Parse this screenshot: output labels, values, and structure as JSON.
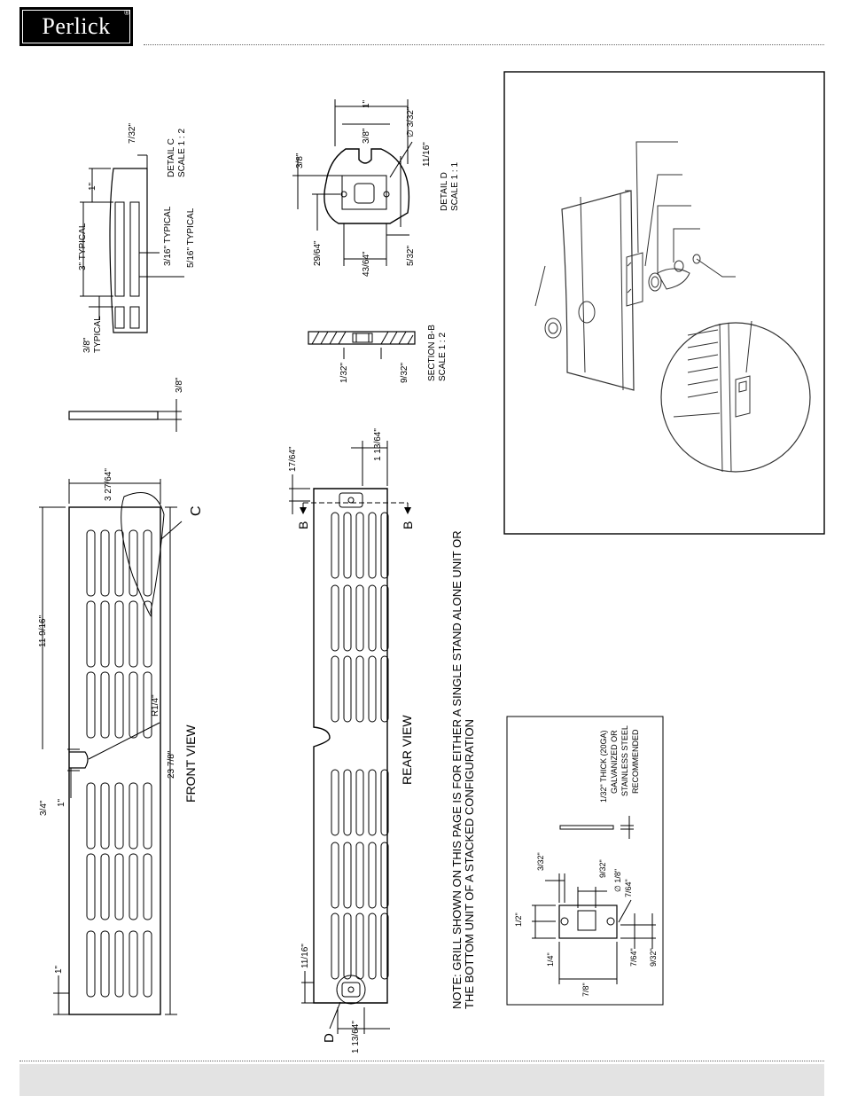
{
  "brand": {
    "logo": "Perlick",
    "registered": "®"
  },
  "detail_c": {
    "callout": "C",
    "title": "DETAIL C",
    "scale": "SCALE 1 : 2",
    "dims": {
      "top": "7/32\"",
      "slot_gap": "1\"",
      "typical_3": "3\" TYPICAL",
      "typical_3_16": "3/16\" TYPICAL",
      "typical_5_16": "5/16\" TYPICAL",
      "typical_3_8_a": "3/8\"",
      "typical_3_8_b": "TYPICAL"
    }
  },
  "side_profile": {
    "thickness": "3/8\""
  },
  "front_view": {
    "label": "FRONT VIEW",
    "dims": {
      "height": "3 27/64\"",
      "half_length": "11 9/16\"",
      "radius": "R1/4\"",
      "total_length": "23 7/8\"",
      "notch_width": "3/4\"",
      "notch_offset": "1\"",
      "end_margin": "1\""
    }
  },
  "detail_d": {
    "title": "DETAIL D",
    "scale": "SCALE 1 : 1",
    "dims": {
      "width": "1\"",
      "slot": "3/8\"",
      "hole_dia": "∅ 3/32\"",
      "depth": "11/16\"",
      "left": "3/8\"",
      "a": "29/64\"",
      "b": "43/64\"",
      "c": "5/32\""
    }
  },
  "section_bb": {
    "title": "SECTION B-B",
    "scale": "SCALE 1 : 2",
    "dims": {
      "sheet": "1/32\"",
      "boss": "9/32\""
    }
  },
  "rear_view": {
    "label": "REAR VIEW",
    "section_marker": "B",
    "detail_callout": "D",
    "dims": {
      "top_offset": "17/64\"",
      "top_width": "1 13/64\"",
      "bottom_offset": "11/16\"",
      "bottom_width": "1 13/64\""
    }
  },
  "note": {
    "line1": "NOTE: GRILL SHOWN ON THIS PAGE IS FOR EITHER A SINGLE  STAND ALONE UNIT OR",
    "line2": "THE BOTTOM UNIT OF A STACKED CONFIGURATION"
  },
  "bracket_detail": {
    "material": [
      "1/32\" THICK (20GA)",
      "GALVANIZED OR",
      "STAINLESS STEEL",
      "RECOMMENDED"
    ],
    "dims": {
      "a": "3/32\"",
      "b": "9/32\"",
      "c": "∅ 1/8\"",
      "d": "7/64\"",
      "e": "1/2\"",
      "f": "1/4\"",
      "g": "7/8\"",
      "h": "7/64\"",
      "i": "9/32\""
    }
  }
}
